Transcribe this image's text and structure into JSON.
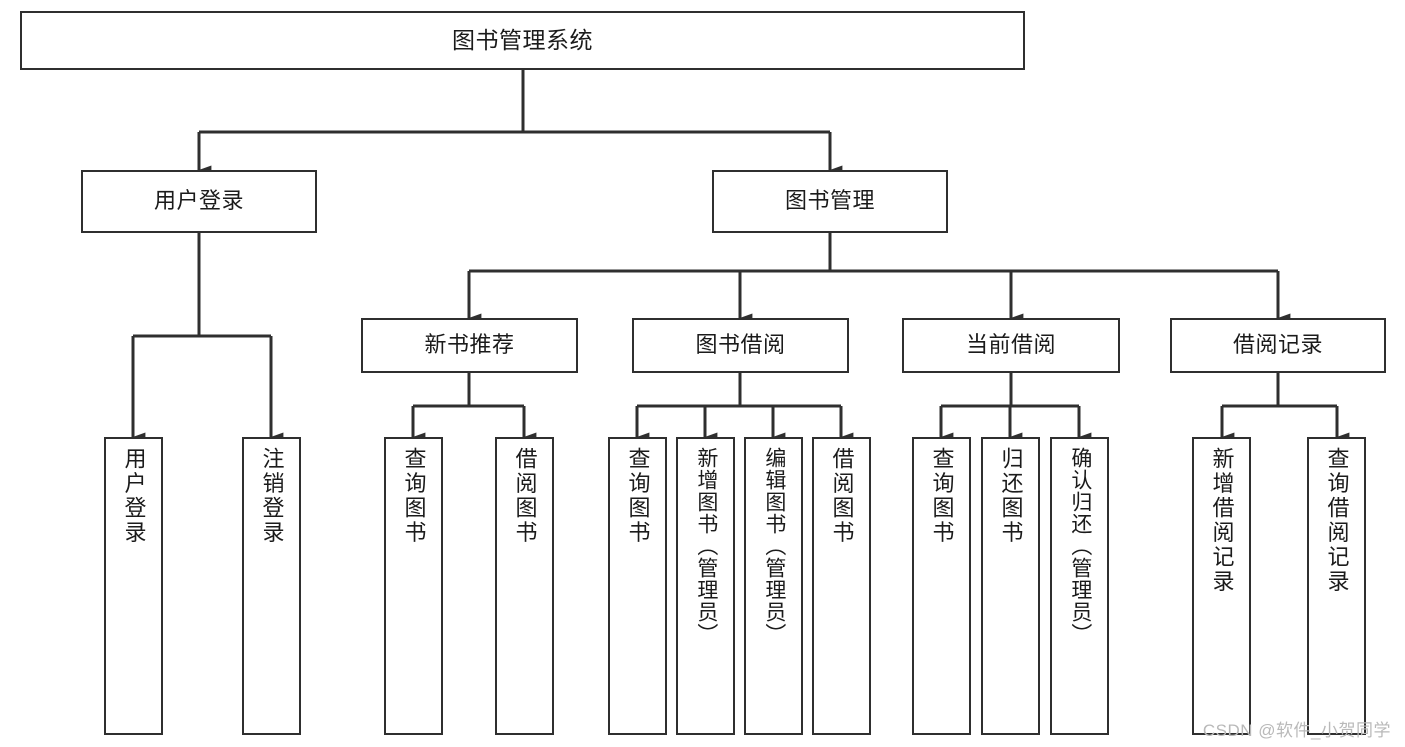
{
  "diagram": {
    "title_node": {
      "label": "图书管理系统"
    },
    "level2": [
      {
        "id": "user-login",
        "label": "用户登录"
      },
      {
        "id": "book-management",
        "label": "图书管理"
      }
    ],
    "level3": [
      {
        "id": "new-book-recommend",
        "label": "新书推荐"
      },
      {
        "id": "book-borrow",
        "label": "图书借阅"
      },
      {
        "id": "current-borrow",
        "label": "当前借阅"
      },
      {
        "id": "borrow-record",
        "label": "借阅记录"
      }
    ],
    "leaves": {
      "user_login": [
        {
          "id": "leaf-user-login",
          "label": "用户登录"
        },
        {
          "id": "leaf-logout-login",
          "label": "注销登录"
        }
      ],
      "new_book_recommend": [
        {
          "id": "leaf-query-book-1",
          "label": "查询图书"
        },
        {
          "id": "leaf-borrow-book-1",
          "label": "借阅图书"
        }
      ],
      "book_borrow": [
        {
          "id": "leaf-query-book-2",
          "label": "查询图书"
        },
        {
          "id": "leaf-add-book",
          "label": "新增图书（管理员）"
        },
        {
          "id": "leaf-edit-book",
          "label": "编辑图书（管理员）"
        },
        {
          "id": "leaf-borrow-book-2",
          "label": "借阅图书"
        }
      ],
      "current_borrow": [
        {
          "id": "leaf-query-book-3",
          "label": "查询图书"
        },
        {
          "id": "leaf-return-book",
          "label": "归还图书"
        },
        {
          "id": "leaf-confirm-return",
          "label": "确认归还（管理员）"
        }
      ],
      "borrow_record": [
        {
          "id": "leaf-add-record",
          "label": "新增借阅记录"
        },
        {
          "id": "leaf-query-record",
          "label": "查询借阅记录"
        }
      ]
    },
    "colors": {
      "stroke": "#2f2f2f",
      "background": "#ffffff",
      "text": "#1b1b1b",
      "watermark": "#b9b9b9"
    }
  },
  "watermark": {
    "text": "CSDN @软件_小贺同学"
  }
}
